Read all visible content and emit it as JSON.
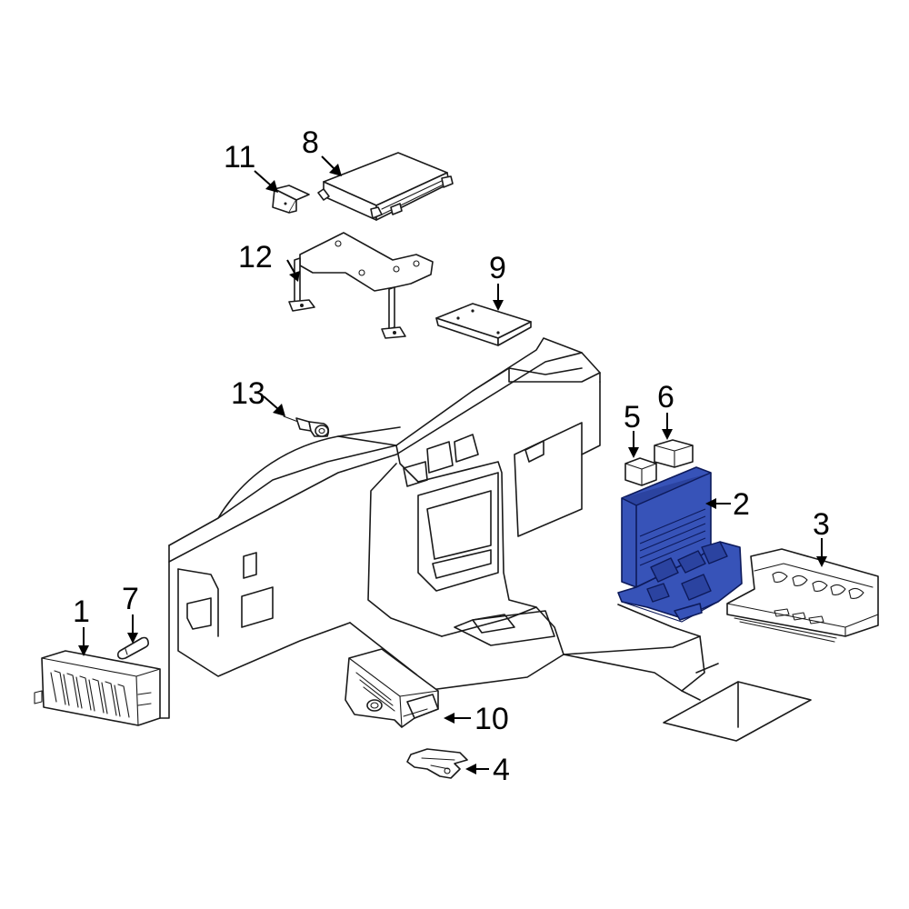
{
  "callouts": {
    "c1": "1",
    "c2": "2",
    "c3": "3",
    "c4": "4",
    "c5": "5",
    "c6": "6",
    "c7": "7",
    "c8": "8",
    "c9": "9",
    "c10": "10",
    "c11": "11",
    "c12": "12",
    "c13": "13"
  },
  "highlight_color": "#3753b8"
}
